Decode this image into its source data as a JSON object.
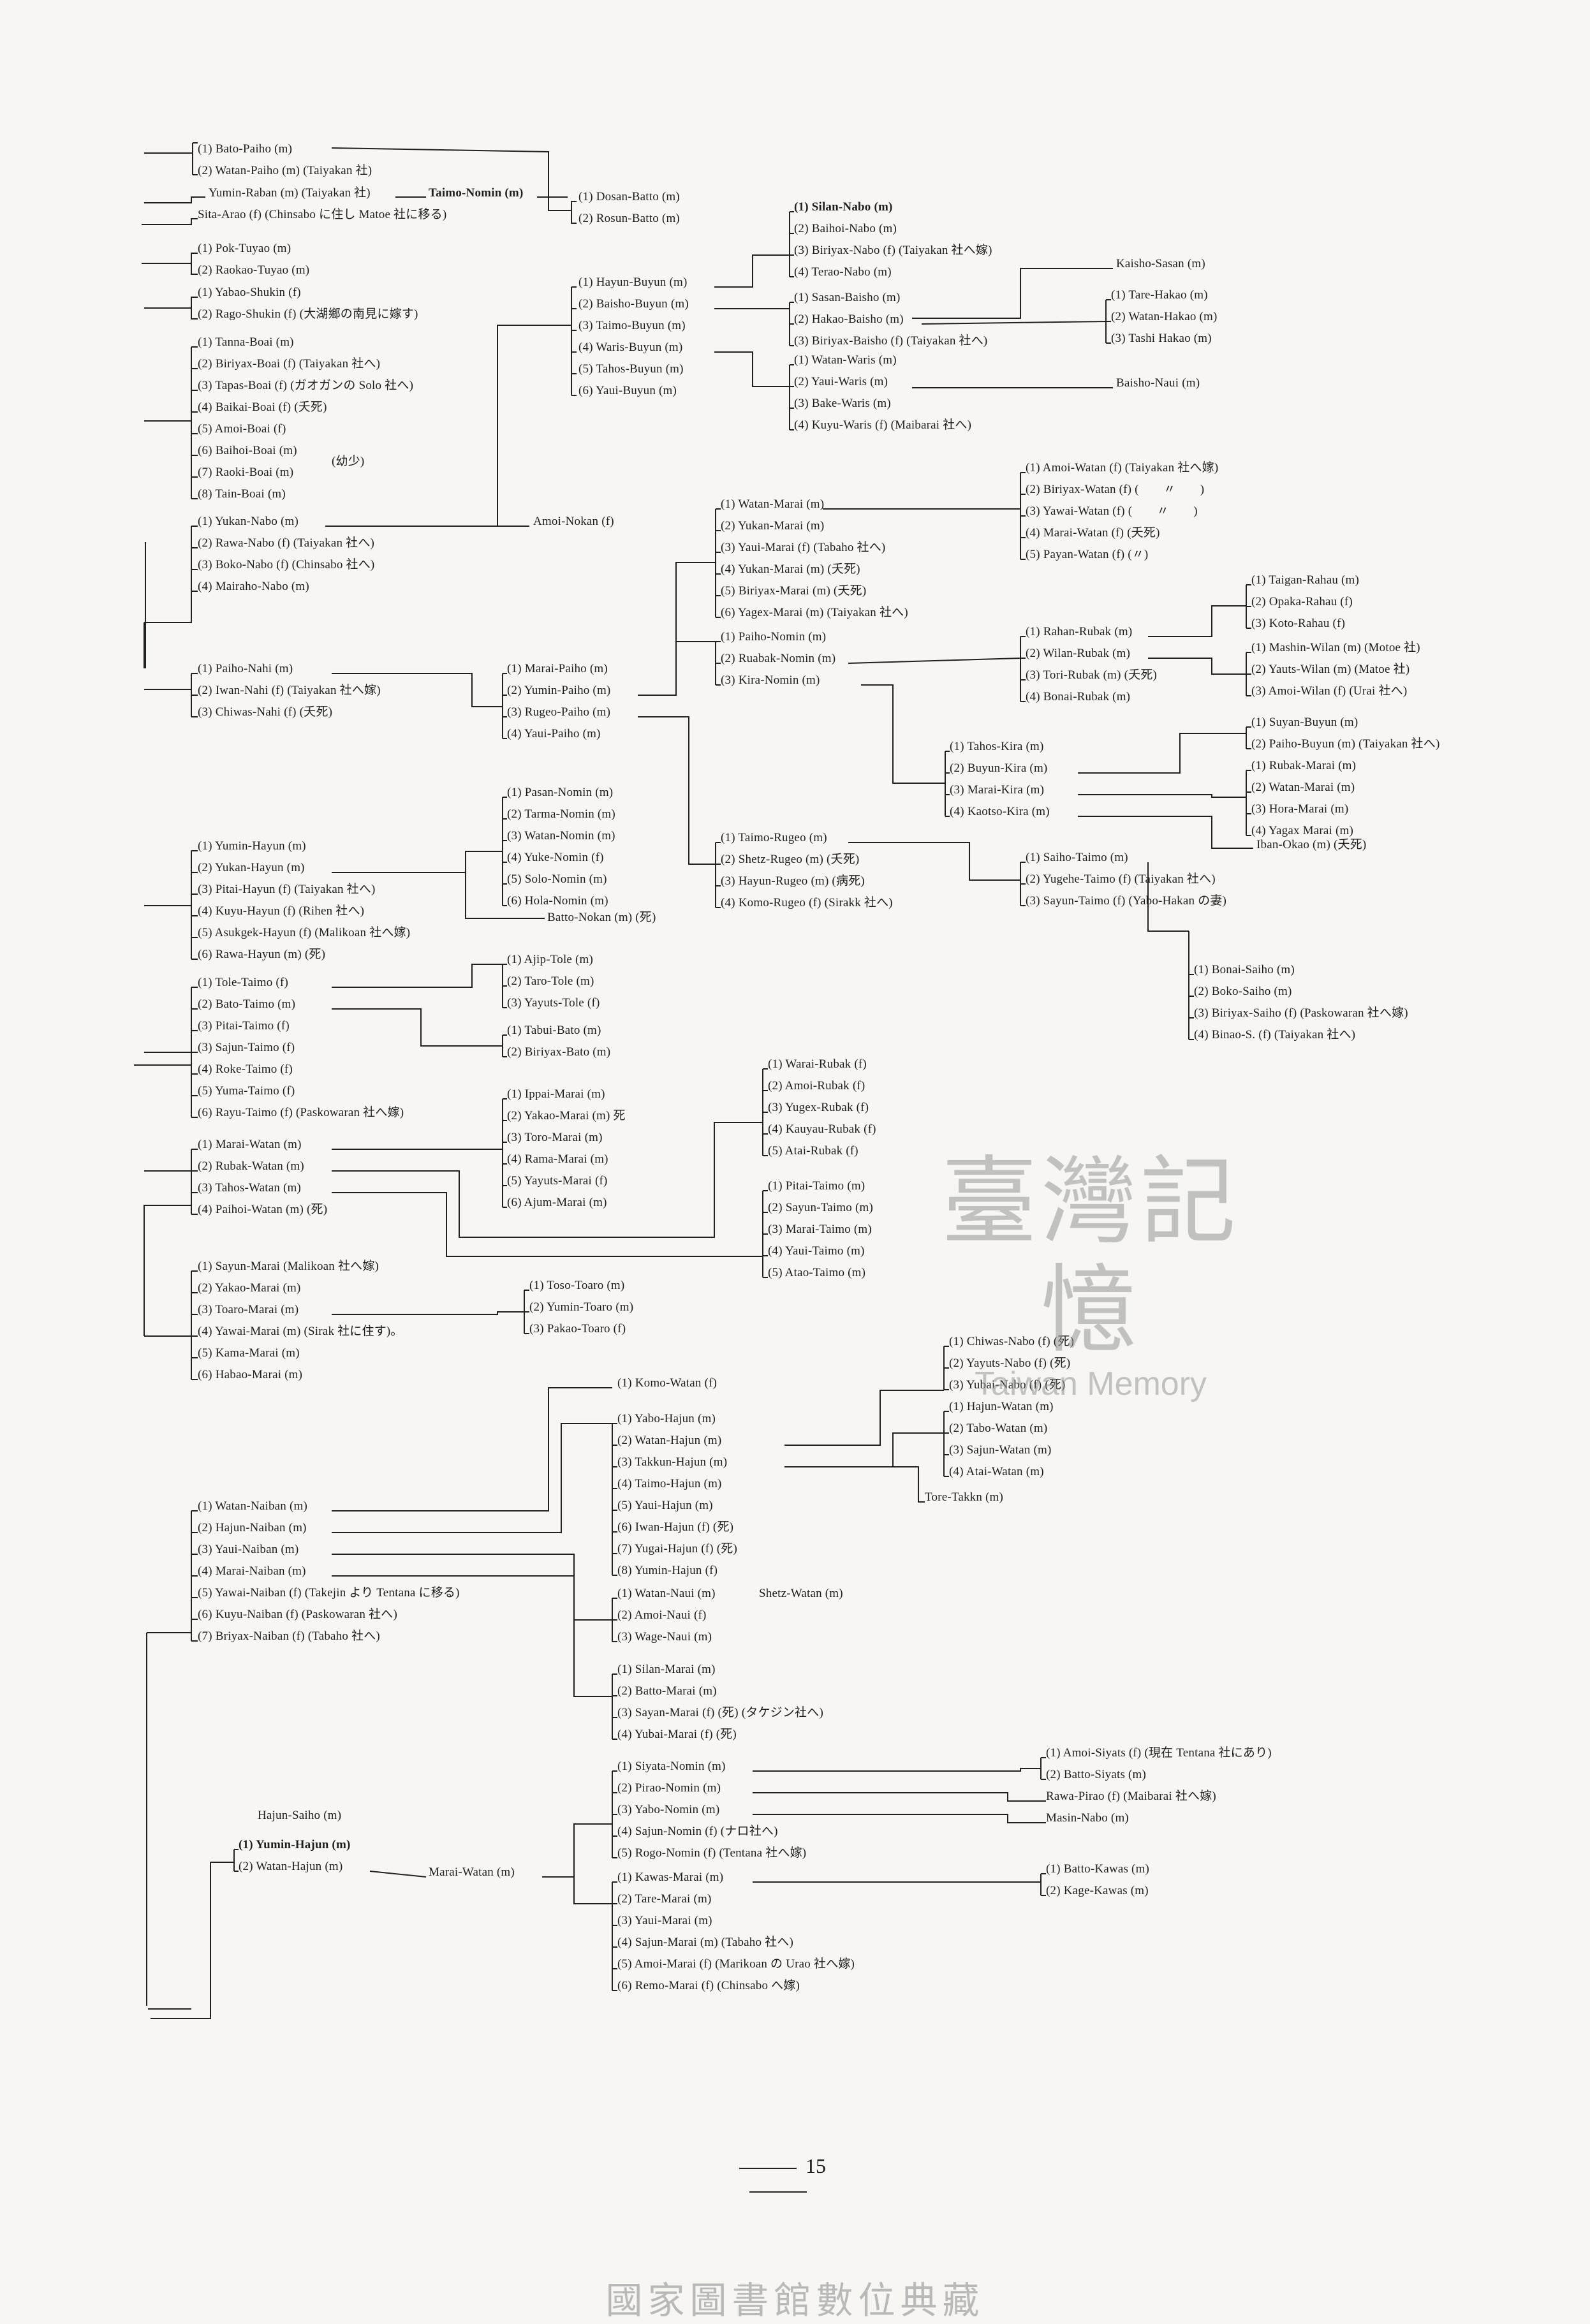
{
  "page_number": "15",
  "footer": "國家圖書館數位典藏",
  "watermark": {
    "cjk": "臺灣記憶",
    "en": "Taiwan Memory"
  },
  "labels": [
    "(1) Bato-Paiho (m)",
    "(2) Watan-Paiho (m) (Taiyakan 社)",
    "Yumin-Raban (m) (Taiyakan 社)",
    "Taimo-Nomin (m)",
    "Sita-Arao (f) (Chinsabo に住し Matoe 社に移る)",
    "(1) Dosan-Batto (m)",
    "(2) Rosun-Batto (m)",
    "(1) Pok-Tuyao (m)",
    "(2) Raokao-Tuyao (m)",
    "(1) Yabao-Shukin (f)",
    "(2) Rago-Shukin (f) (大湖鄉の南見に嫁す)",
    "(1) Tanna-Boai (m)",
    "(2) Biriyax-Boai (f) (Taiyakan 社へ)",
    "(3) Tapas-Boai (f) (ガオガンの Solo 社へ)",
    "(4) Baikai-Boai (f) (夭死)",
    "(5) Amoi-Boai (f)",
    "(6) Baihoi-Boai (m)",
    "(7) Raoki-Boai (m)",
    "(8) Tain-Boai (m)",
    "(幼少)",
    "(1) Yukan-Nabo (m)",
    "(2) Rawa-Nabo (f) (Taiyakan 社へ)",
    "(3) Boko-Nabo (f) (Chinsabo 社へ)",
    "(4) Mairaho-Nabo (m)",
    "Amoi-Nokan (f)",
    "(1) Hayun-Buyun (m)",
    "(2) Baisho-Buyun (m)",
    "(3) Taimo-Buyun (m)",
    "(4) Waris-Buyun (m)",
    "(5) Tahos-Buyun (m)",
    "(6) Yaui-Buyun (m)",
    "(1) Silan-Nabo (m)",
    "(2) Baihoi-Nabo (m)",
    "(3) Biriyax-Nabo (f) (Taiyakan 社へ嫁)",
    "(4) Terao-Nabo (m)",
    "Kaisho-Sasan (m)",
    "(1) Sasan-Baisho (m)",
    "(2) Hakao-Baisho (m)",
    "(3) Biriyax-Baisho (f) (Taiyakan 社へ)",
    "(1) Tare-Hakao (m)",
    "(2) Watan-Hakao (m)",
    "(3) Tashi Hakao (m)",
    "(1) Watan-Waris (m)",
    "(2) Yaui-Waris (m)",
    "(3) Bake-Waris (m)",
    "(4) Kuyu-Waris (f) (Maibarai 社へ)",
    "Baisho-Naui (m)",
    "(1) Amoi-Watan (f) (Taiyakan 社へ嫁)",
    "(2) Biriyax-Watan (f) (　　〃　　)",
    "(3) Yawai-Watan (f) (　　〃　　)",
    "(4) Marai-Watan (f) (夭死)",
    "(5) Payan-Watan (f) (〃)",
    "(1) Watan-Marai (m)",
    "(2) Yukan-Marai (m)",
    "(3) Yaui-Marai (f) (Tabaho 社へ)",
    "(4) Yukan-Marai (m) (夭死)",
    "(5) Biriyax-Marai (m) (夭死)",
    "(6) Yagex-Marai (m) (Taiyakan 社へ)",
    "(1) Taigan-Rahau (m)",
    "(2) Opaka-Rahau (f)",
    "(3) Koto-Rahau (f)",
    "(1) Paiho-Nomin (m)",
    "(2) Ruabak-Nomin (m)",
    "(3) Kira-Nomin (m)",
    "(1) Rahan-Rubak (m)",
    "(2) Wilan-Rubak (m)",
    "(3) Tori-Rubak (m) (夭死)",
    "(4) Bonai-Rubak (m)",
    "(1) Mashin-Wilan (m) (Motoe 社)",
    "(2) Yauts-Wilan (m) (Matoe 社)",
    "(3) Amoi-Wilan (f) (Urai 社へ)",
    "(1) Paiho-Nahi (m)",
    "(2) Iwan-Nahi (f) (Taiyakan 社へ嫁)",
    "(3) Chiwas-Nahi (f) (夭死)",
    "(1) Marai-Paiho (m)",
    "(2) Yumin-Paiho (m)",
    "(3) Rugeo-Paiho (m)",
    "(4) Yaui-Paiho (m)",
    "(1) Suyan-Buyun (m)",
    "(2) Paiho-Buyun (m) (Taiyakan 社へ)",
    "(1) Tahos-Kira (m)",
    "(2) Buyun-Kira (m)",
    "(3) Marai-Kira (m)",
    "(4) Kaotso-Kira (m)",
    "(1) Rubak-Marai (m)",
    "(2) Watan-Marai (m)",
    "(3) Hora-Marai (m)",
    "(4) Yagax Marai (m)",
    "Iban-Okao (m) (夭死)",
    "(1) Pasan-Nomin (m)",
    "(2) Tarma-Nomin (m)",
    "(3) Watan-Nomin (m)",
    "(4) Yuke-Nomin (f)",
    "(5) Solo-Nomin (m)",
    "(6) Hola-Nomin (m)",
    "Batto-Nokan (m) (死)",
    "(1) Yumin-Hayun (m)",
    "(2) Yukan-Hayun (m)",
    "(3) Pitai-Hayun (f) (Taiyakan 社へ)",
    "(4) Kuyu-Hayun (f) (Rihen 社へ)",
    "(5) Asukgek-Hayun (f) (Malikoan 社へ嫁)",
    "(6) Rawa-Hayun (m) (死)",
    "(1) Taimo-Rugeo (m)",
    "(2) Shetz-Rugeo (m) (夭死)",
    "(3) Hayun-Rugeo (m) (病死)",
    "(4) Komo-Rugeo (f) (Sirakk 社へ)",
    "(1) Saiho-Taimo (m)",
    "(2) Yugehe-Taimo (f) (Taiyakan 社へ)",
    "(3) Sayun-Taimo (f) (Yabo-Hakan の妻)",
    "(1) Bonai-Saiho (m)",
    "(2) Boko-Saiho (m)",
    "(3) Biriyax-Saiho (f) (Paskowaran 社へ嫁)",
    "(4) Binao-S. (f) (Taiyakan 社へ)",
    "(1) Tole-Taimo (f)",
    "(2) Bato-Taimo (m)",
    "(3) Pitai-Taimo (f)",
    "(3) Sajun-Taimo (f)",
    "(4) Roke-Taimo (f)",
    "(5) Yuma-Taimo (f)",
    "(6) Rayu-Taimo (f) (Paskowaran 社へ嫁)",
    "(1) Ajip-Tole (m)",
    "(2) Taro-Tole (m)",
    "(3) Yayuts-Tole (f)",
    "(1) Tabui-Bato (m)",
    "(2) Biriyax-Bato (m)",
    "(1) Warai-Rubak (f)",
    "(2) Amoi-Rubak (f)",
    "(3) Yugex-Rubak (f)",
    "(4) Kauyau-Rubak (f)",
    "(5) Atai-Rubak (f)",
    "(1) Ippai-Marai (m)",
    "(2) Yakao-Marai (m) 死",
    "(3) Toro-Marai (m)",
    "(4) Rama-Marai (m)",
    "(5) Yayuts-Marai (f)",
    "(6) Ajum-Marai (m)",
    "(1) Marai-Watan (m)",
    "(2) Rubak-Watan (m)",
    "(3) Tahos-Watan (m)",
    "(4) Paihoi-Watan (m) (死)",
    "(1) Pitai-Taimo (m)",
    "(2) Sayun-Taimo (m)",
    "(3) Marai-Taimo (m)",
    "(4) Yaui-Taimo (m)",
    "(5) Atao-Taimo (m)",
    "(1) Sayun-Marai (Malikoan 社へ嫁)",
    "(2) Yakao-Marai (m)",
    "(3) Toaro-Marai (m)",
    "(4) Yawai-Marai (m) (Sirak 社に住す)。",
    "(5) Kama-Marai (m)",
    "(6) Habao-Marai (m)",
    "(1) Toso-Toaro (m)",
    "(2) Yumin-Toaro (m)",
    "(3) Pakao-Toaro (f)",
    "(1) Komo-Watan (f)",
    "(1) Chiwas-Nabo (f) (死)",
    "(2) Yayuts-Nabo (f) (死)",
    "(3) Yubai-Nabo (f) (死)",
    "(1) Hajun-Watan (m)",
    "(2) Tabo-Watan (m)",
    "(3) Sajun-Watan (m)",
    "(4) Atai-Watan (m)",
    "(1) Yabo-Hajun (m)",
    "(2) Watan-Hajun (m)",
    "(3) Takkun-Hajun (m)",
    "(4) Taimo-Hajun (m)",
    "(5) Yaui-Hajun (m)",
    "(6) Iwan-Hajun (f) (死)",
    "(7) Yugai-Hajun (f) (死)",
    "(8) Yumin-Hajun (f)",
    "Tore-Takkn (m)",
    "(1) Watan-Naiban (m)",
    "(2) Hajun-Naiban (m)",
    "(3) Yaui-Naiban (m)",
    "(4) Marai-Naiban (m)",
    "(5) Yawai-Naiban (f) (Takejin より Tentana に移る)",
    "(6) Kuyu-Naiban (f) (Paskowaran 社へ)",
    "(7) Briyax-Naiban (f) (Tabaho 社へ)",
    "(1) Watan-Naui (m)",
    "Shetz-Watan (m)",
    "(2) Amoi-Naui (f)",
    "(3) Wage-Naui (m)",
    "(1) Silan-Marai (m)",
    "(2) Batto-Marai (m)",
    "(3) Sayan-Marai (f) (死) (タケジン社へ)",
    "(4) Yubai-Marai (f) (死)",
    "(1) Siyata-Nomin (m)",
    "(2) Pirao-Nomin (m)",
    "(3) Yabo-Nomin (m)",
    "(4) Sajun-Nomin (f) (ナロ社へ)",
    "(5) Rogo-Nomin (f) (Tentana 社へ嫁)",
    "(1) Amoi-Siyats (f) (現在 Tentana 社にあり)",
    "(2) Batto-Siyats (m)",
    "Rawa-Pirao (f) (Maibarai 社へ嫁)",
    "Masin-Nabo (m)",
    "Hajun-Saiho (m)",
    "(1) Yumin-Hajun (m)",
    "(2) Watan-Hajun (m)",
    "Marai-Watan (m)",
    "(1) Kawas-Marai (m)",
    "(2) Tare-Marai (m)",
    "(3) Yaui-Marai (m)",
    "(4) Sajun-Marai (m) (Tabaho 社へ)",
    "(5) Amoi-Marai (f) (Marikoan の Urao 社へ嫁)",
    "(6) Remo-Marai (f) (Chinsabo へ嫁)",
    "(1) Batto-Kawas (m)",
    "(2) Kage-Kawas (m)"
  ]
}
